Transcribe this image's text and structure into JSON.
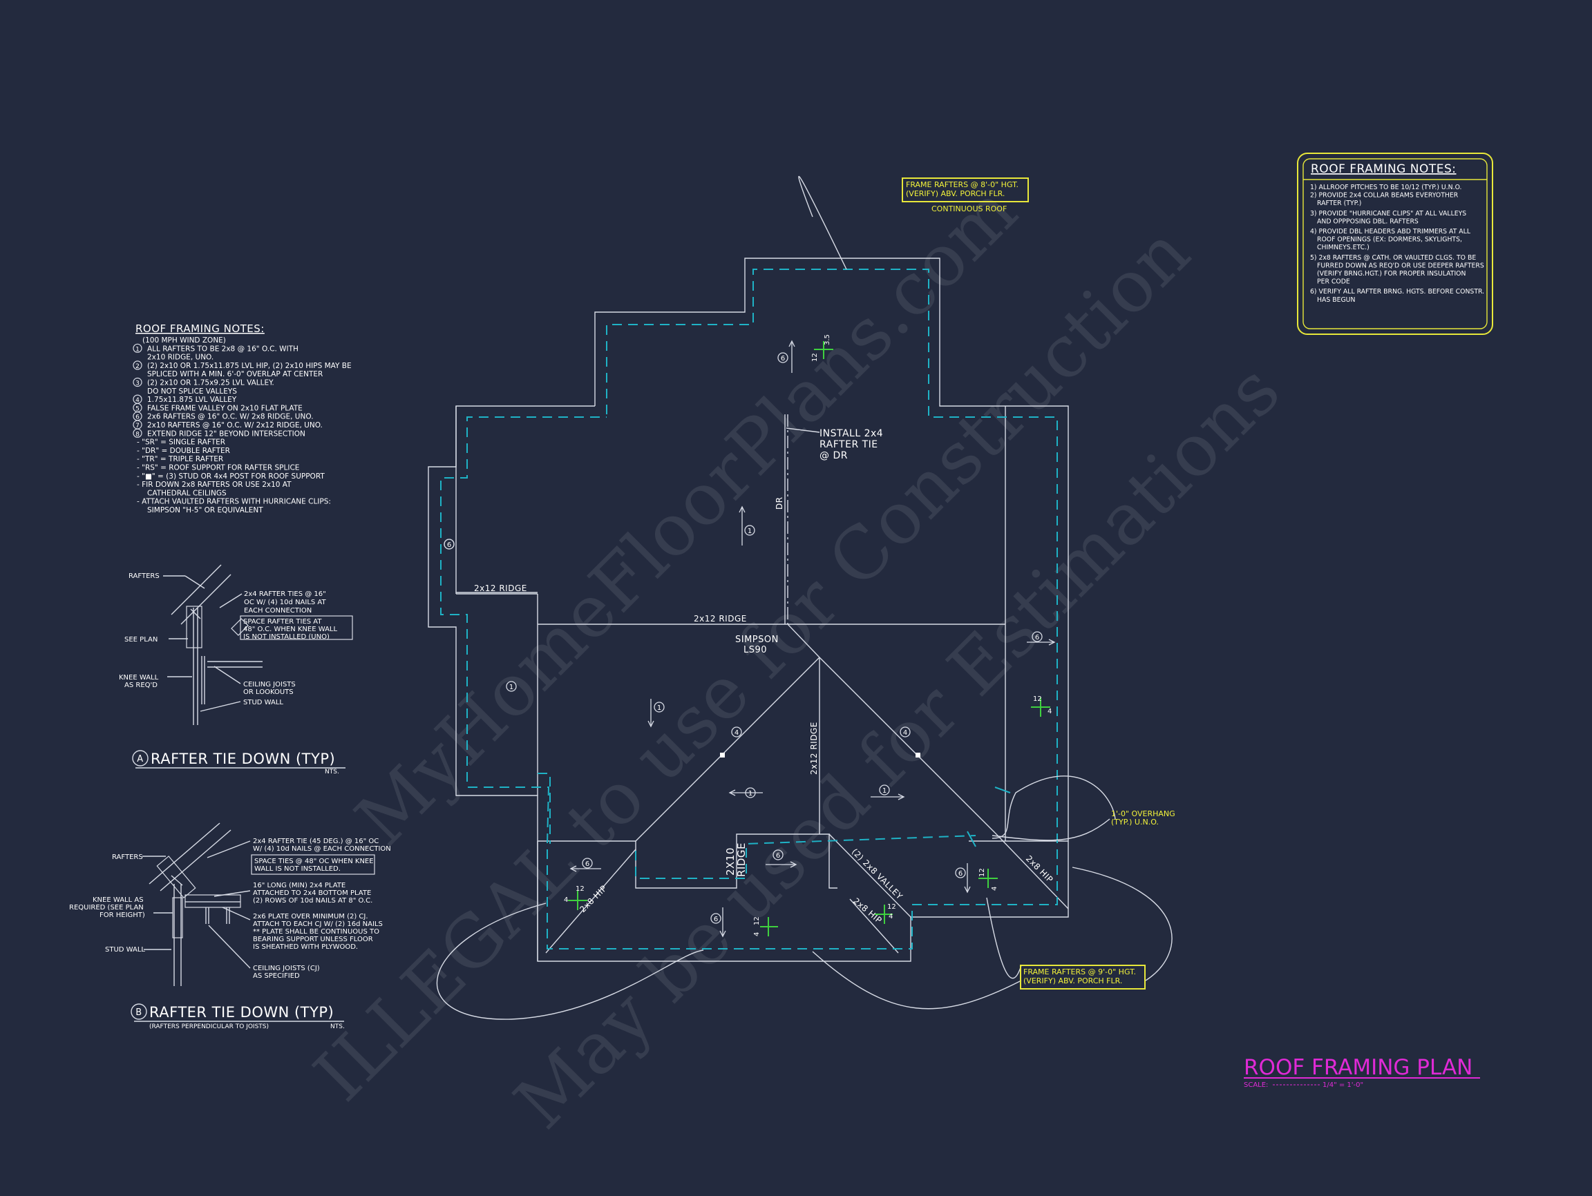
{
  "watermark": {
    "line1": "MyHomeFloorPlans.com",
    "line2": "ILLEGAL to use for Construction",
    "line3": "May be used for Estimations"
  },
  "right_notes": {
    "title": "ROOF FRAMING NOTES:",
    "items": [
      "1) ALLROOF PITCHES TO BE 10/12 (TYP.) U.N.O.",
      "2) PROVIDE 2x4 COLLAR BEAMS EVERYOTHER",
      "RAFTER (TYP.)",
      "3) PROVIDE \"HURRICANE CLIPS\" AT ALL VALLEYS",
      "AND OPPPOSING DBL. RAFTERS",
      "4) PROVIDE DBL HEADERS ABD TRIMMERS AT ALL",
      "ROOF OPENINGS (EX: DORMERS, SKYLIGHTS,",
      "CHIMNEYS.ETC.)",
      "5) 2x8 RAFTERS @ CATH. OR VAULTED CLGS. TO BE",
      "FURRED DOWN AS REQ'D OR USE DEEPER RAFTERS",
      "(VERIFY BRNG.HGT.) FOR PROPER INSULATION",
      "PER CODE",
      "6) VERIFY ALL RAFTER BRNG. HGTS. BEFORE CONSTR.",
      "HAS BEGUN"
    ]
  },
  "left_notes": {
    "title": "ROOF FRAMING NOTES:",
    "items": [
      "(100 MPH WIND ZONE)",
      "ALL RAFTERS TO BE 2x8 @ 16\" O.C. WITH",
      "2x10 RIDGE, UNO.",
      "(2) 2x10 OR 1.75x11.875 LVL HIP, (2) 2x10 HIPS MAY BE",
      "SPLICED WITH A MIN. 6'-0\" OVERLAP AT CENTER",
      "(2) 2x10 OR 1.75x9.25 LVL VALLEY.",
      "DO NOT SPLICE VALLEYS",
      "1.75x11.875 LVL VALLEY",
      "FALSE FRAME VALLEY ON 2x10 FLAT PLATE",
      "2x6 RAFTERS @ 16\" O.C. W/ 2x8 RIDGE, UNO.",
      "2x10 RAFTERS @ 16\" O.C. W/ 2x12 RIDGE, UNO.",
      "EXTEND RIDGE 12\" BEYOND INTERSECTION",
      "- \"SR\" = SINGLE RAFTER",
      "- \"DR\" = DOUBLE RAFTER",
      "- \"TR\" = TRIPLE RAFTER",
      "- \"RS\" = ROOF SUPPORT FOR RAFTER SPLICE",
      "- \"■\" = (3) STUD OR 4x4 POST FOR ROOF SUPPORT",
      "- FIR DOWN 2x8 RAFTERS OR USE 2x10 AT",
      "CATHEDRAL CEILINGS",
      "- ATTACH VAULTED RAFTERS WITH HURRICANE CLIPS:",
      "SIMPSON \"H-5\" OR EQUIVALENT"
    ],
    "markers": [
      "1",
      "2",
      "3",
      "4",
      "5",
      "6",
      "7",
      "8"
    ]
  },
  "detail_a": {
    "marker": "A",
    "title": "RAFTER TIE DOWN (TYP)",
    "scale": "NTS.",
    "rafters": "RAFTERS",
    "ties": [
      "2x4 RAFTER TIES @ 16\"",
      "OC W/ (4) 10d NAILS AT",
      "EACH CONNECTION"
    ],
    "space": [
      "SPACE RAFTER TIES AT",
      "48\" O.C. WHEN KNEE WALL",
      "IS NOT INSTALLED (UNO)"
    ],
    "see_plan": "SEE PLAN",
    "knee": [
      "KNEE WALL",
      "AS REQ'D"
    ],
    "joists": [
      "CEILING JOISTS",
      "OR LOOKOUTS"
    ],
    "stud": "STUD WALL"
  },
  "detail_b": {
    "marker": "B",
    "title": "RAFTER TIE DOWN (TYP)",
    "subtitle": "(RAFTERS PERPENDICULAR TO JOISTS)",
    "scale": "NTS.",
    "rafters": "RAFTERS",
    "tie": [
      "2x4 RAFTER TIE (45 DEG.) @ 16\" OC",
      "W/ (4) 10d NAILS @ EACH CONNECTION"
    ],
    "space": [
      "SPACE TIES @ 48\" OC WHEN KNEE",
      "WALL IS NOT INSTALLED."
    ],
    "plate": [
      "16\" LONG (MIN) 2x4 PLATE",
      "ATTACHED TO 2x4 BOTTOM PLATE",
      "(2) ROWS OF 10d NAILS AT 8\" O.C."
    ],
    "flat": [
      "2x6 PLATE OVER MINIMUM (2) CJ.",
      "ATTACH TO EACH CJ W/ (2) 16d NAILS",
      "** PLATE SHALL BE CONTINUOUS TO",
      "BEARING SUPPORT UNLESS FLOOR",
      "IS SHEATHED WITH PLYWOOD."
    ],
    "knee": [
      "KNEE WALL AS",
      "REQUIRED (SEE PLAN",
      "FOR HEIGHT)"
    ],
    "stud": "STUD WALL",
    "joists": [
      "CEILING JOISTS (CJ)",
      "AS SPECIFIED"
    ]
  },
  "plan": {
    "callout_top": [
      "FRAME RAFTERS @ 8'-0\" HGT.",
      "(VERIFY) ABV. PORCH FLR."
    ],
    "continuous": "CONTINUOUS ROOF",
    "callout_bottom": [
      "FRAME RAFTERS @ 9'-0\" HGT.",
      "(VERIFY) ABV. PORCH FLR."
    ],
    "overhang": [
      "1'-0\" OVERHANG",
      "(TYP.) U.N.O."
    ],
    "install": [
      "INSTALL 2x4",
      "RAFTER TIE",
      "@ DR"
    ],
    "simpson": [
      "SIMPSON",
      "LS90"
    ],
    "ridge_left": "2x12 RIDGE",
    "ridge_mid": "2x12 RIDGE",
    "ridge_vert": "2x12 RIDGE",
    "ridge_small": [
      "2X10",
      "RIDGE"
    ],
    "dr": "DR",
    "valley": "(2) 2x8 VALLEY",
    "hip_right": "2x8 HIP",
    "hip_left": "2x8 HIP",
    "hip_bottom": "2x8 HIP",
    "pitch_top": [
      "12",
      "3.5"
    ],
    "pitch": [
      "12",
      "4"
    ],
    "mark1": "1",
    "mark4": "4",
    "mark6": "6"
  },
  "title_block": {
    "title": "ROOF FRAMING PLAN",
    "scale_label": "SCALE:",
    "scale_value": "1/4\" = 1'-0\""
  }
}
